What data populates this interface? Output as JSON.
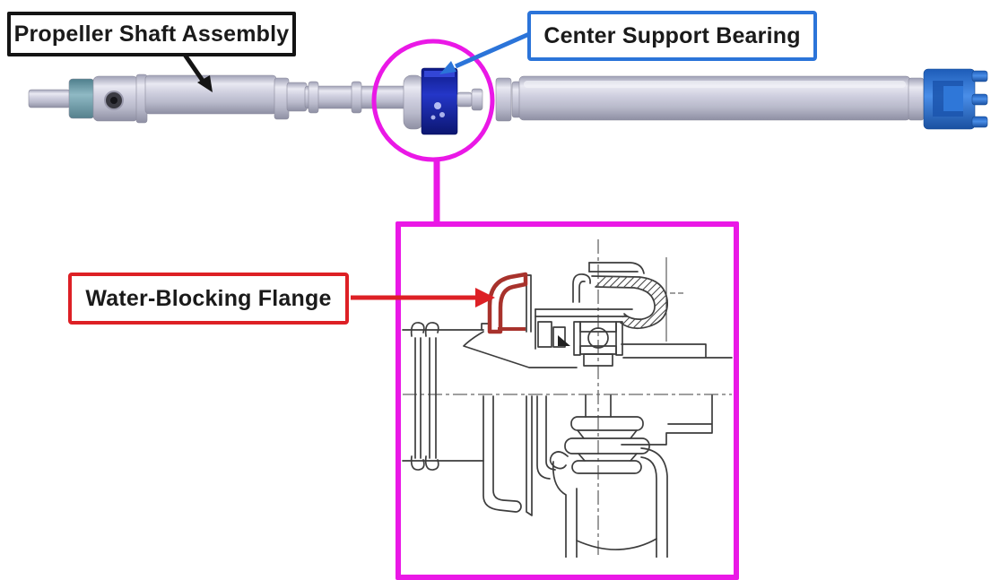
{
  "figure": {
    "labels": {
      "propeller_shaft_assembly": "Propeller Shaft Assembly",
      "center_support_bearing": "Center Support Bearing",
      "water_blocking_flange": "Water-Blocking Flange"
    },
    "colors": {
      "magenta": "#EA18E6",
      "blue": "#2B74D9",
      "red": "#DD2025",
      "flange": "#A8322C",
      "line": "#3D3D3D",
      "navy": "#1B2AA8",
      "yoke": "#2F7BDD",
      "teal": "#6FA0AE",
      "shaft": "#C7C7D8"
    }
  }
}
